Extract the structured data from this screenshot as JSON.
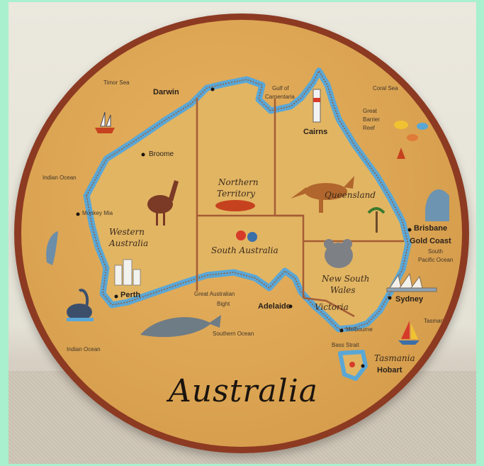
{
  "title": "Australia",
  "labels": {
    "timor_sea": "Timor Sea",
    "darwin": "Darwin",
    "gulf": "Gulf of",
    "carpentaria": "Carpentaria",
    "coral_sea": "Coral Sea",
    "great": "Great",
    "barrier": "Barrier",
    "reef": "Reef",
    "cairns": "Cairns",
    "indian_ocean": "Indian Ocean",
    "broome": "Broome",
    "monkey_mia": "Monkey Mia",
    "western": "Western",
    "australia_state": "Australia",
    "perth": "Perth",
    "northern": "Northern",
    "territory": "Territory",
    "south_australia": "South Australia",
    "queensland": "Queensland",
    "brisbane": "Brisbane",
    "gold_coast": "Gold Coast",
    "south": "South",
    "pacific_ocean": "Pacific Ocean",
    "new_south": "New South",
    "wales": "Wales",
    "sydney": "Sydney",
    "victoria": "Victoria",
    "melbourne": "Melbourne",
    "great_australian": "Great Australian",
    "bight": "Bight",
    "adelaide": "Adelaide",
    "southern_ocean": "Southern Ocean",
    "indian_ocean_2": "Indian Ocean",
    "tasman_sea": "Tasman Sea",
    "bass_strait": "Bass Strait",
    "tasmania": "Tasmania",
    "hobart": "Hobart"
  },
  "colors": {
    "background": "#a9f0cf",
    "plate": "#dba452",
    "rim": "#8d3a22",
    "coast": "#5aa7d6",
    "land": "#e2b563"
  }
}
